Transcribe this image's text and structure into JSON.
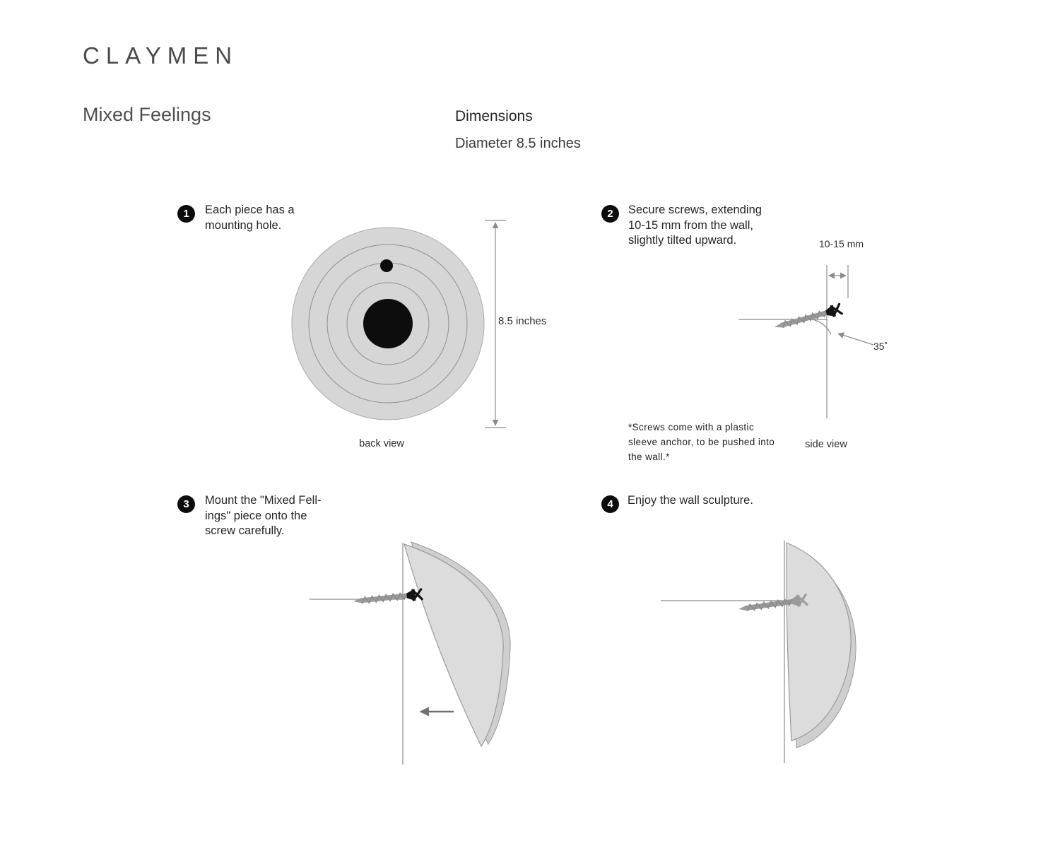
{
  "header": {
    "brand": "CLAYMEN",
    "product": "Mixed Feelings",
    "dimensions_label": "Dimensions",
    "dimensions_value": "Diameter 8.5 inches"
  },
  "step1": {
    "number": "1",
    "text": "Each piece has a\nmounting hole.",
    "diameter_label": "8.5 inches",
    "caption": "back view"
  },
  "step2": {
    "number": "2",
    "text": "Secure screws, extending\n10-15 mm from the wall,\nslightly tilted upward.",
    "protrusion_label": "10-15 mm",
    "angle_label": "35˚",
    "footnote": "*Screws come with a plastic\nsleeve anchor, to be pushed into\nthe wall.*",
    "caption": "side view"
  },
  "step3": {
    "number": "3",
    "text": "Mount the \"Mixed Fell-\nings\" piece onto the\nscrew  carefully."
  },
  "step4": {
    "number": "4",
    "text": "Enjoy the wall sculpture."
  },
  "colors": {
    "disc_fill": "#d6d6d6",
    "piece_fill": "#dcdcdc",
    "piece_back_fill": "#cfcfcf",
    "outline": "#9a9a9a",
    "guide_line": "#8c8c8c",
    "screw_gray": "#9b9b9b",
    "screw_black": "#141414",
    "badge_black": "#0c0c0c"
  }
}
